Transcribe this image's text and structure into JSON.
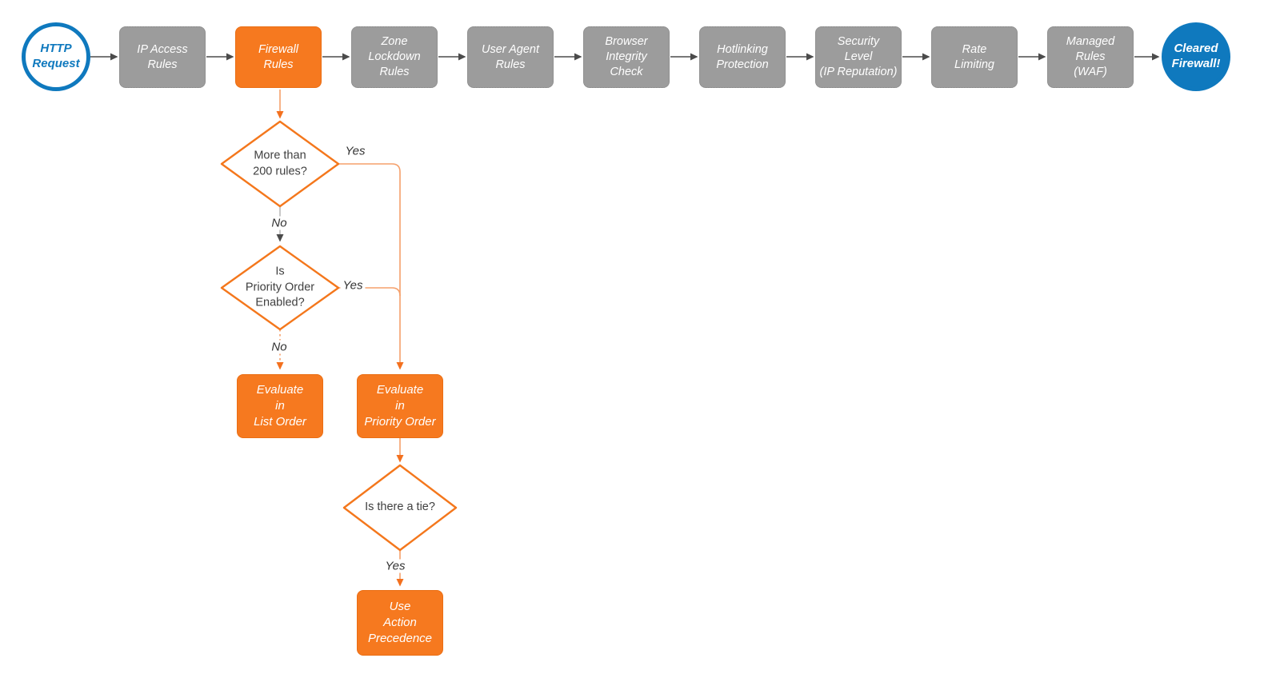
{
  "diagram": {
    "title_hint": "Cloudflare firewall request evaluation flow",
    "start_node": {
      "label": "HTTP\nRequest"
    },
    "end_node": {
      "label": "Cleared\nFirewall!"
    },
    "pipeline": [
      {
        "label": "IP Access\nRules"
      },
      {
        "label": "Firewall\nRules"
      },
      {
        "label": "Zone\nLockdown\nRules"
      },
      {
        "label": "User Agent\nRules"
      },
      {
        "label": "Browser\nIntegrity\nCheck"
      },
      {
        "label": "Hotlinking\nProtection"
      },
      {
        "label": "Security\nLevel\n(IP Reputation)"
      },
      {
        "label": "Rate\nLimiting"
      },
      {
        "label": "Managed\nRules\n(WAF)"
      }
    ],
    "decisions": [
      {
        "label": "More than\n200 rules?"
      },
      {
        "label": "Is\nPriority Order\nEnabled?"
      },
      {
        "label": "Is there a tie?"
      }
    ],
    "actions": [
      {
        "label": "Evaluate\nin\nList Order"
      },
      {
        "label": "Evaluate\nin\nPriority Order"
      },
      {
        "label": "Use\nAction\nPrecedence"
      }
    ],
    "edge_labels": {
      "more_than_200_yes": "Yes",
      "more_than_200_no": "No",
      "priority_enabled_yes": "Yes",
      "priority_enabled_no": "No",
      "tie_yes": "Yes"
    },
    "colors": {
      "node_orange": "#F6791F",
      "node_blue": "#0F79BE",
      "node_gray": "#9C9C9C",
      "arrow_gray": "#4B4B4B",
      "line_light_gray": "#BBBBBB",
      "line_orange": "#F5A06B",
      "arrow_orange": "#F3701E",
      "diamond_border": "#F4771C",
      "text_dark": "#3F3F3F"
    }
  }
}
